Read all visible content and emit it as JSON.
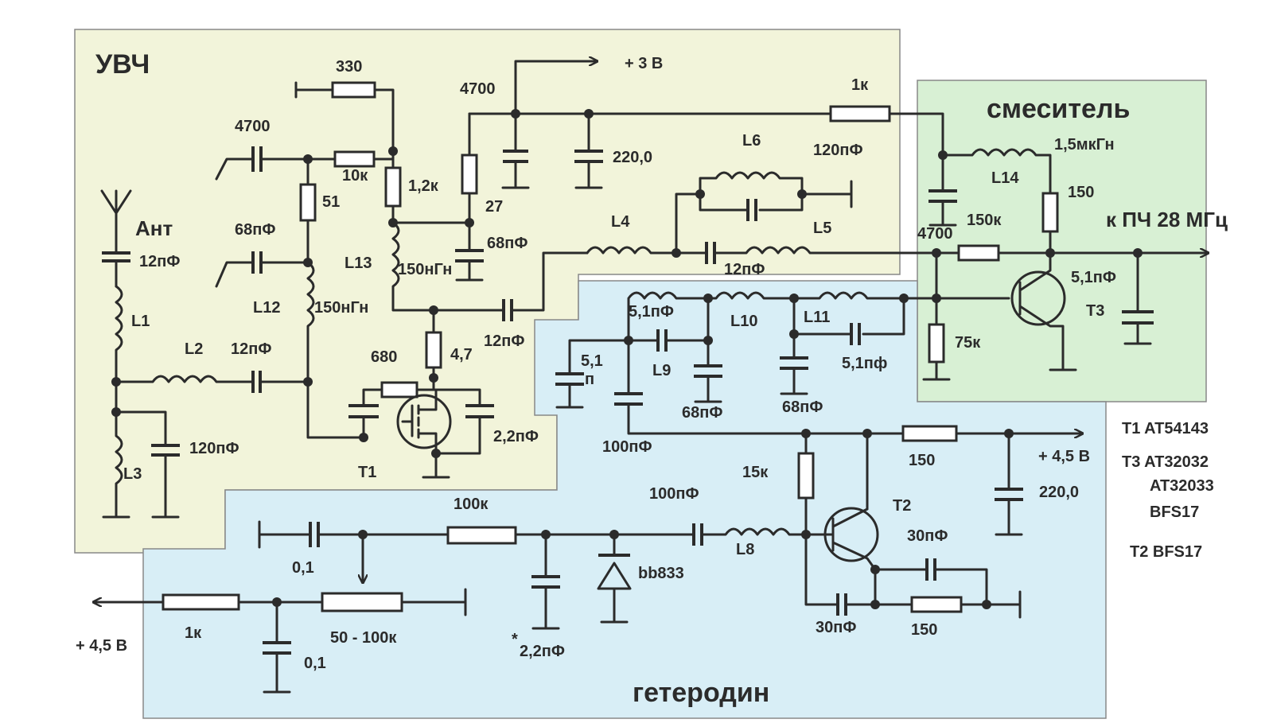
{
  "colors": {
    "uhf_block": "#f2f4da",
    "mixer_block": "#d8f0d4",
    "lo_block": "#d8eef6",
    "wire": "#2b2b2b"
  },
  "blocks": {
    "uhf": "УВЧ",
    "mixer": "смеситель",
    "lo": "гетеродин"
  },
  "ports": {
    "plus3v": "+ 3 В",
    "if_out": "к ПЧ 28 МГц",
    "plus45_right": "+ 4,5 В",
    "plus45_left": "+ 4,5 В",
    "antenna": "Ант"
  },
  "transistors": {
    "t1": "T1",
    "t2": "T2",
    "t3": "T3"
  },
  "parts_list": [
    "T1 AT54143",
    "T3 AT32032",
    "AT32033",
    "BFS17",
    "T2 BFS17"
  ],
  "labels": {
    "r330": "330",
    "c4700_top": "4700",
    "c4700_left": "4700",
    "r1k_top": "1к",
    "c220_top": "220,0",
    "l6": "L6",
    "c120_top": "120пФ",
    "r10k": "10к",
    "r12k": "1,2к",
    "r51": "51",
    "r27": "27",
    "c68_ant": "68пФ",
    "c68_uhf": "68пФ",
    "l13": "L13",
    "l13v": "150нГн",
    "l12": "L12",
    "l12v": "150нГн",
    "c12_ant": "12пФ",
    "l1": "L1",
    "l2": "L2",
    "c12_l2": "12пФ",
    "l3": "L3",
    "c120_ant": "120пФ",
    "r680": "680",
    "r47": "4,7",
    "c12_drain": "12пФ",
    "c22_t1": "2,2пФ",
    "l4": "L4",
    "c12_l5": "12пФ",
    "l5": "L5",
    "l14": "L14",
    "l14v": "1,5мкГн",
    "r150_mix": "150",
    "c4700_mix": "4700",
    "r150k": "150к",
    "c51_out": "5,1пФ",
    "r75k": "75к",
    "c51_l9": "5,1пФ",
    "l10": "L10",
    "l11": "L11",
    "c51_l11": "5,1пф",
    "c51_left_a": "5,1",
    "c51_left_b": "п",
    "l9": "L9",
    "c68_l9": "68пФ",
    "c68_l10": "68пФ",
    "c100_lo": "100пФ",
    "r150_lo": "150",
    "c220_lo": "220,0",
    "r15k": "15к",
    "c100_l8": "100пФ",
    "l8": "L8",
    "r100k": "100к",
    "varicap": "bb833",
    "c22_var_star": "*",
    "c22_var": "2,2пФ",
    "c01_top": "0,1",
    "c01_bot": "0,1",
    "r1k_lo": "1к",
    "pot": "50 - 100к",
    "c30_top": "30пФ",
    "c30_bot": "30пФ",
    "r150_e": "150"
  }
}
